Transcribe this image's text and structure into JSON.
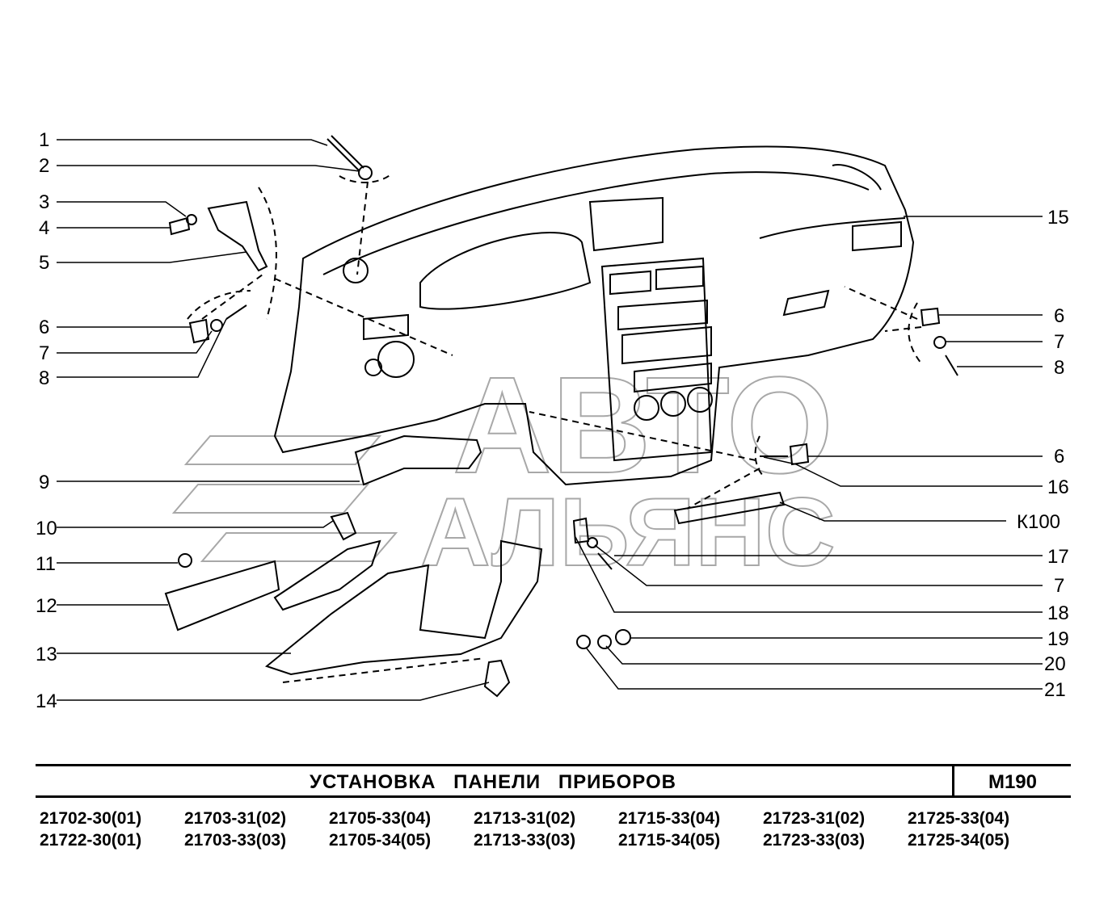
{
  "title": "УСТАНОВКА   ПАНЕЛИ   ПРИБОРОВ",
  "code": "М190",
  "watermark": {
    "line1": "АВТО",
    "line2": "АЛЬЯНС"
  },
  "callouts_left": [
    "1",
    "2",
    "3",
    "4",
    "5",
    "6",
    "7",
    "8",
    "9",
    "10",
    "11",
    "12",
    "13",
    "14"
  ],
  "callouts_right": [
    "15",
    "6",
    "7",
    "8",
    "6",
    "16",
    "К100",
    "17",
    "7",
    "18",
    "19",
    "20",
    "21"
  ],
  "models": [
    [
      "21702-30(01)",
      "21722-30(01)"
    ],
    [
      "21703-31(02)",
      "21703-33(03)"
    ],
    [
      "21705-33(04)",
      "21705-34(05)"
    ],
    [
      "21713-31(02)",
      "21713-33(03)"
    ],
    [
      "21715-33(04)",
      "21715-34(05)"
    ],
    [
      "21723-31(02)",
      "21723-33(03)"
    ],
    [
      "21725-33(04)",
      "21725-34(05)"
    ]
  ]
}
